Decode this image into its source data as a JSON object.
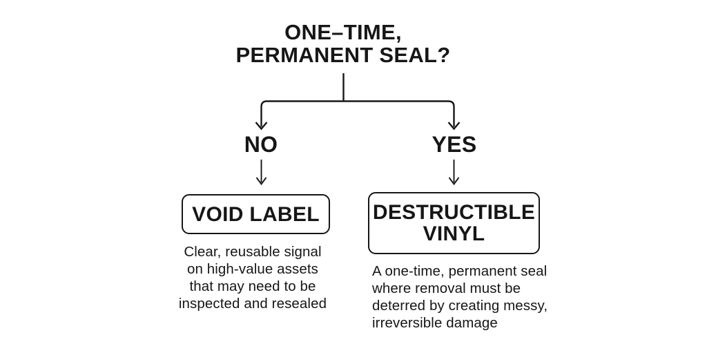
{
  "diagram": {
    "title": "ONE–TIME,\nPERMANENT SEAL?",
    "colors": {
      "background": "#ffffff",
      "ink": "#161616"
    },
    "branches": {
      "no": {
        "label": "NO",
        "box_label": "VOID LABEL",
        "description": "Clear, reusable signal\non high-value assets\nthat may need to be\ninspected and resealed"
      },
      "yes": {
        "label": "YES",
        "box_label": "DESTRUCTIBLE\nVINYL",
        "description": "A one-time, permanent seal\nwhere removal must be\ndeterred by creating messy,\nirreversible damage"
      }
    }
  }
}
